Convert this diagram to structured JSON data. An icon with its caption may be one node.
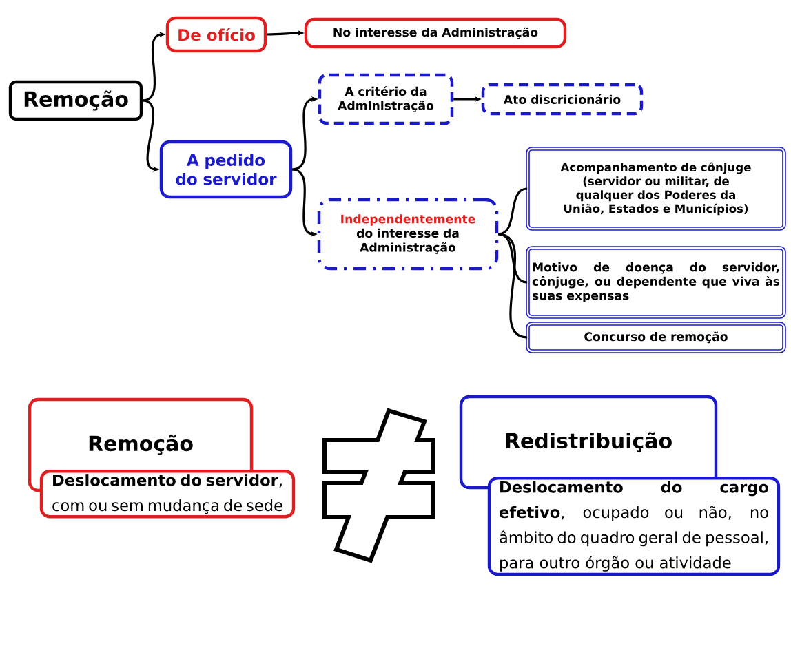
{
  "diagram": {
    "nodes": [
      {
        "text": [
          "Remoção"
        ]
      },
      {
        "text": [
          "De ofício"
        ]
      },
      {
        "text": [
          "No interesse da Administração"
        ]
      },
      {
        "text": [
          "A pedido do servidor"
        ]
      },
      {
        "text": [
          "A critério da Administração"
        ]
      },
      {
        "text": [
          "Ato discricionário"
        ]
      },
      {
        "text": [
          "Independentemente",
          "do interesse da Administração"
        ]
      },
      {
        "text": [
          "Acompanhamento de cônjuge (servidor ou militar, de qualquer dos Poderes da União, Estados e Municípios)"
        ]
      },
      {
        "text": [
          "Motivo de doença do servidor, cônjuge, ou dependente que viva às suas expensas"
        ]
      },
      {
        "text": [
          "Concurso de remoção"
        ]
      },
      {
        "text": [
          "Remoção"
        ]
      },
      {
        "text": [
          "**Deslocamento do servidor**, com ou sem mudança de sede"
        ]
      },
      {
        "text": [
          "Redistribuição"
        ]
      },
      {
        "text": [
          "**Deslocamento do cargo efetivo**, ocupado ou não, no âmbito do quadro geral de pessoal, para outro órgão ou atividade"
        ]
      }
    ],
    "edges": [
      {
        "from": 0,
        "to": 1,
        "arrow": "to"
      },
      {
        "from": 0,
        "to": 3,
        "arrow": "to"
      },
      {
        "from": 1,
        "to": 2,
        "arrow": "to"
      },
      {
        "from": 3,
        "to": 4,
        "arrow": "to"
      },
      {
        "from": 3,
        "to": 6,
        "arrow": "to"
      },
      {
        "from": 4,
        "to": 5,
        "arrow": "to"
      },
      {
        "from": 6,
        "to": 7,
        "arrow": "none"
      },
      {
        "from": 6,
        "to": 8,
        "arrow": "none"
      },
      {
        "from": 6,
        "to": 9,
        "arrow": "none"
      }
    ]
  }
}
